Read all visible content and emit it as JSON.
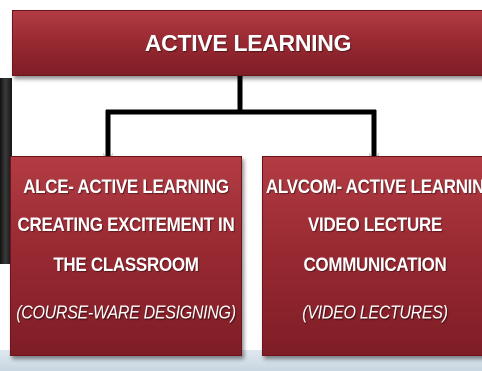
{
  "diagram": {
    "root": {
      "label": "ACTIVE LEARNING"
    },
    "children": [
      {
        "lines": [
          "ALCE- ACTIVE LEARNING",
          "CREATING EXCITEMENT IN",
          "THE CLASSROOM"
        ],
        "note": "(COURSE-WARE DESIGNING)"
      },
      {
        "lines": [
          "ALVCOM- ACTIVE LEARNIN",
          "VIDEO LECTURE",
          "COMMUNICATION"
        ],
        "note": "(VIDEO LECTURES)"
      }
    ]
  },
  "colors": {
    "box_fill": "#9a2a33",
    "box_text": "#ffffff",
    "connector": "#000000"
  }
}
